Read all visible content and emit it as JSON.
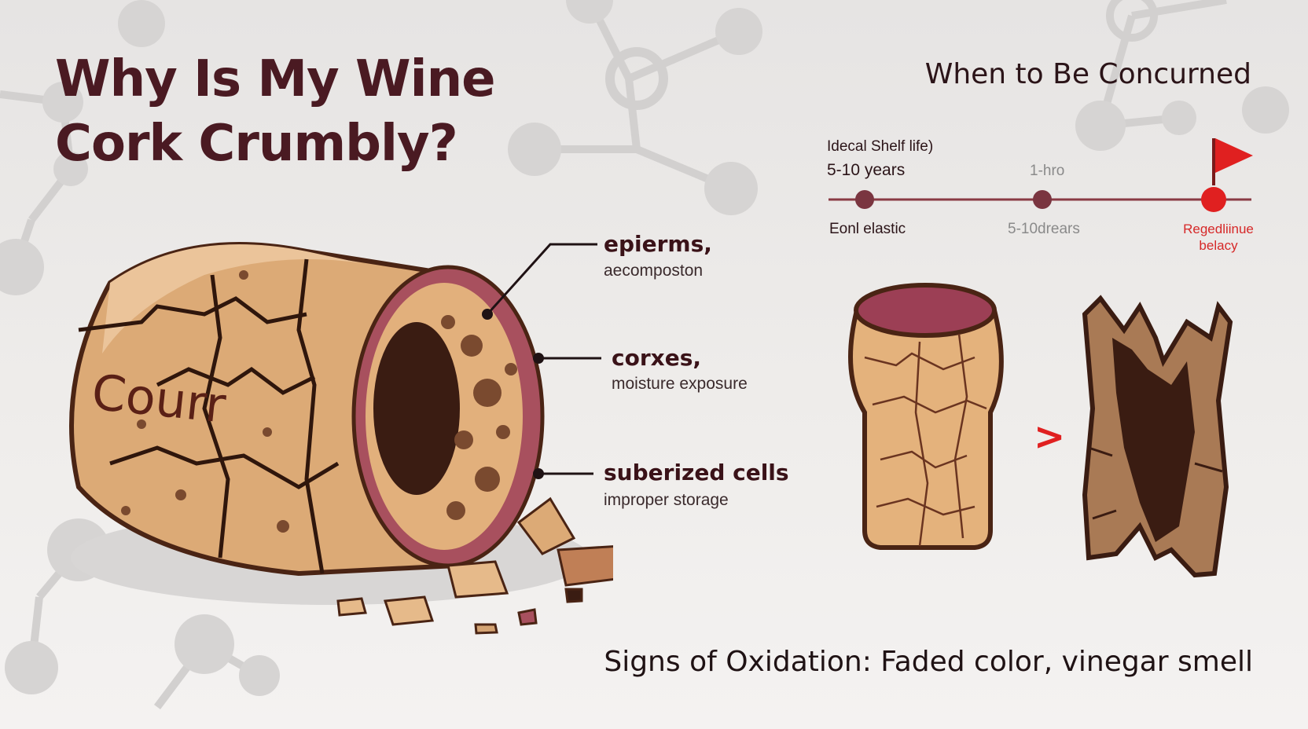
{
  "title": {
    "line1": "Why Is My Wine",
    "line2": "Cork Crumbly?"
  },
  "timeline": {
    "heading": "When to Be Concurned",
    "points": [
      {
        "top_label": "Idecal Shelf life)",
        "top_value": "5-10 years",
        "bottom_label": "Eonl elastic"
      },
      {
        "top_label": "1-hro",
        "bottom_label": "5-10drears"
      },
      {
        "bottom_label_line1": "Regedliinue",
        "bottom_label_line2": "belacy"
      }
    ]
  },
  "cork_stamp": "Courr",
  "callouts": [
    {
      "title": "epierms,",
      "subtitle": "aecomposton"
    },
    {
      "title": "corxes,",
      "subtitle": "moisture exposure"
    },
    {
      "title": "suberized cells",
      "subtitle": "improper storage"
    }
  ],
  "comparison": {
    "arrow_glyph": ">"
  },
  "footer": "Signs of Oxidation: Faded color, vinegar smell",
  "colors": {
    "title": "#4a1a22",
    "cork_light": "#e9c193",
    "cork_mid": "#d4a373",
    "cork_dark": "#7a4a2f",
    "wine_stain": "#a8505e",
    "accent_red": "#e02020",
    "timeline_line": "#8a3a44"
  }
}
